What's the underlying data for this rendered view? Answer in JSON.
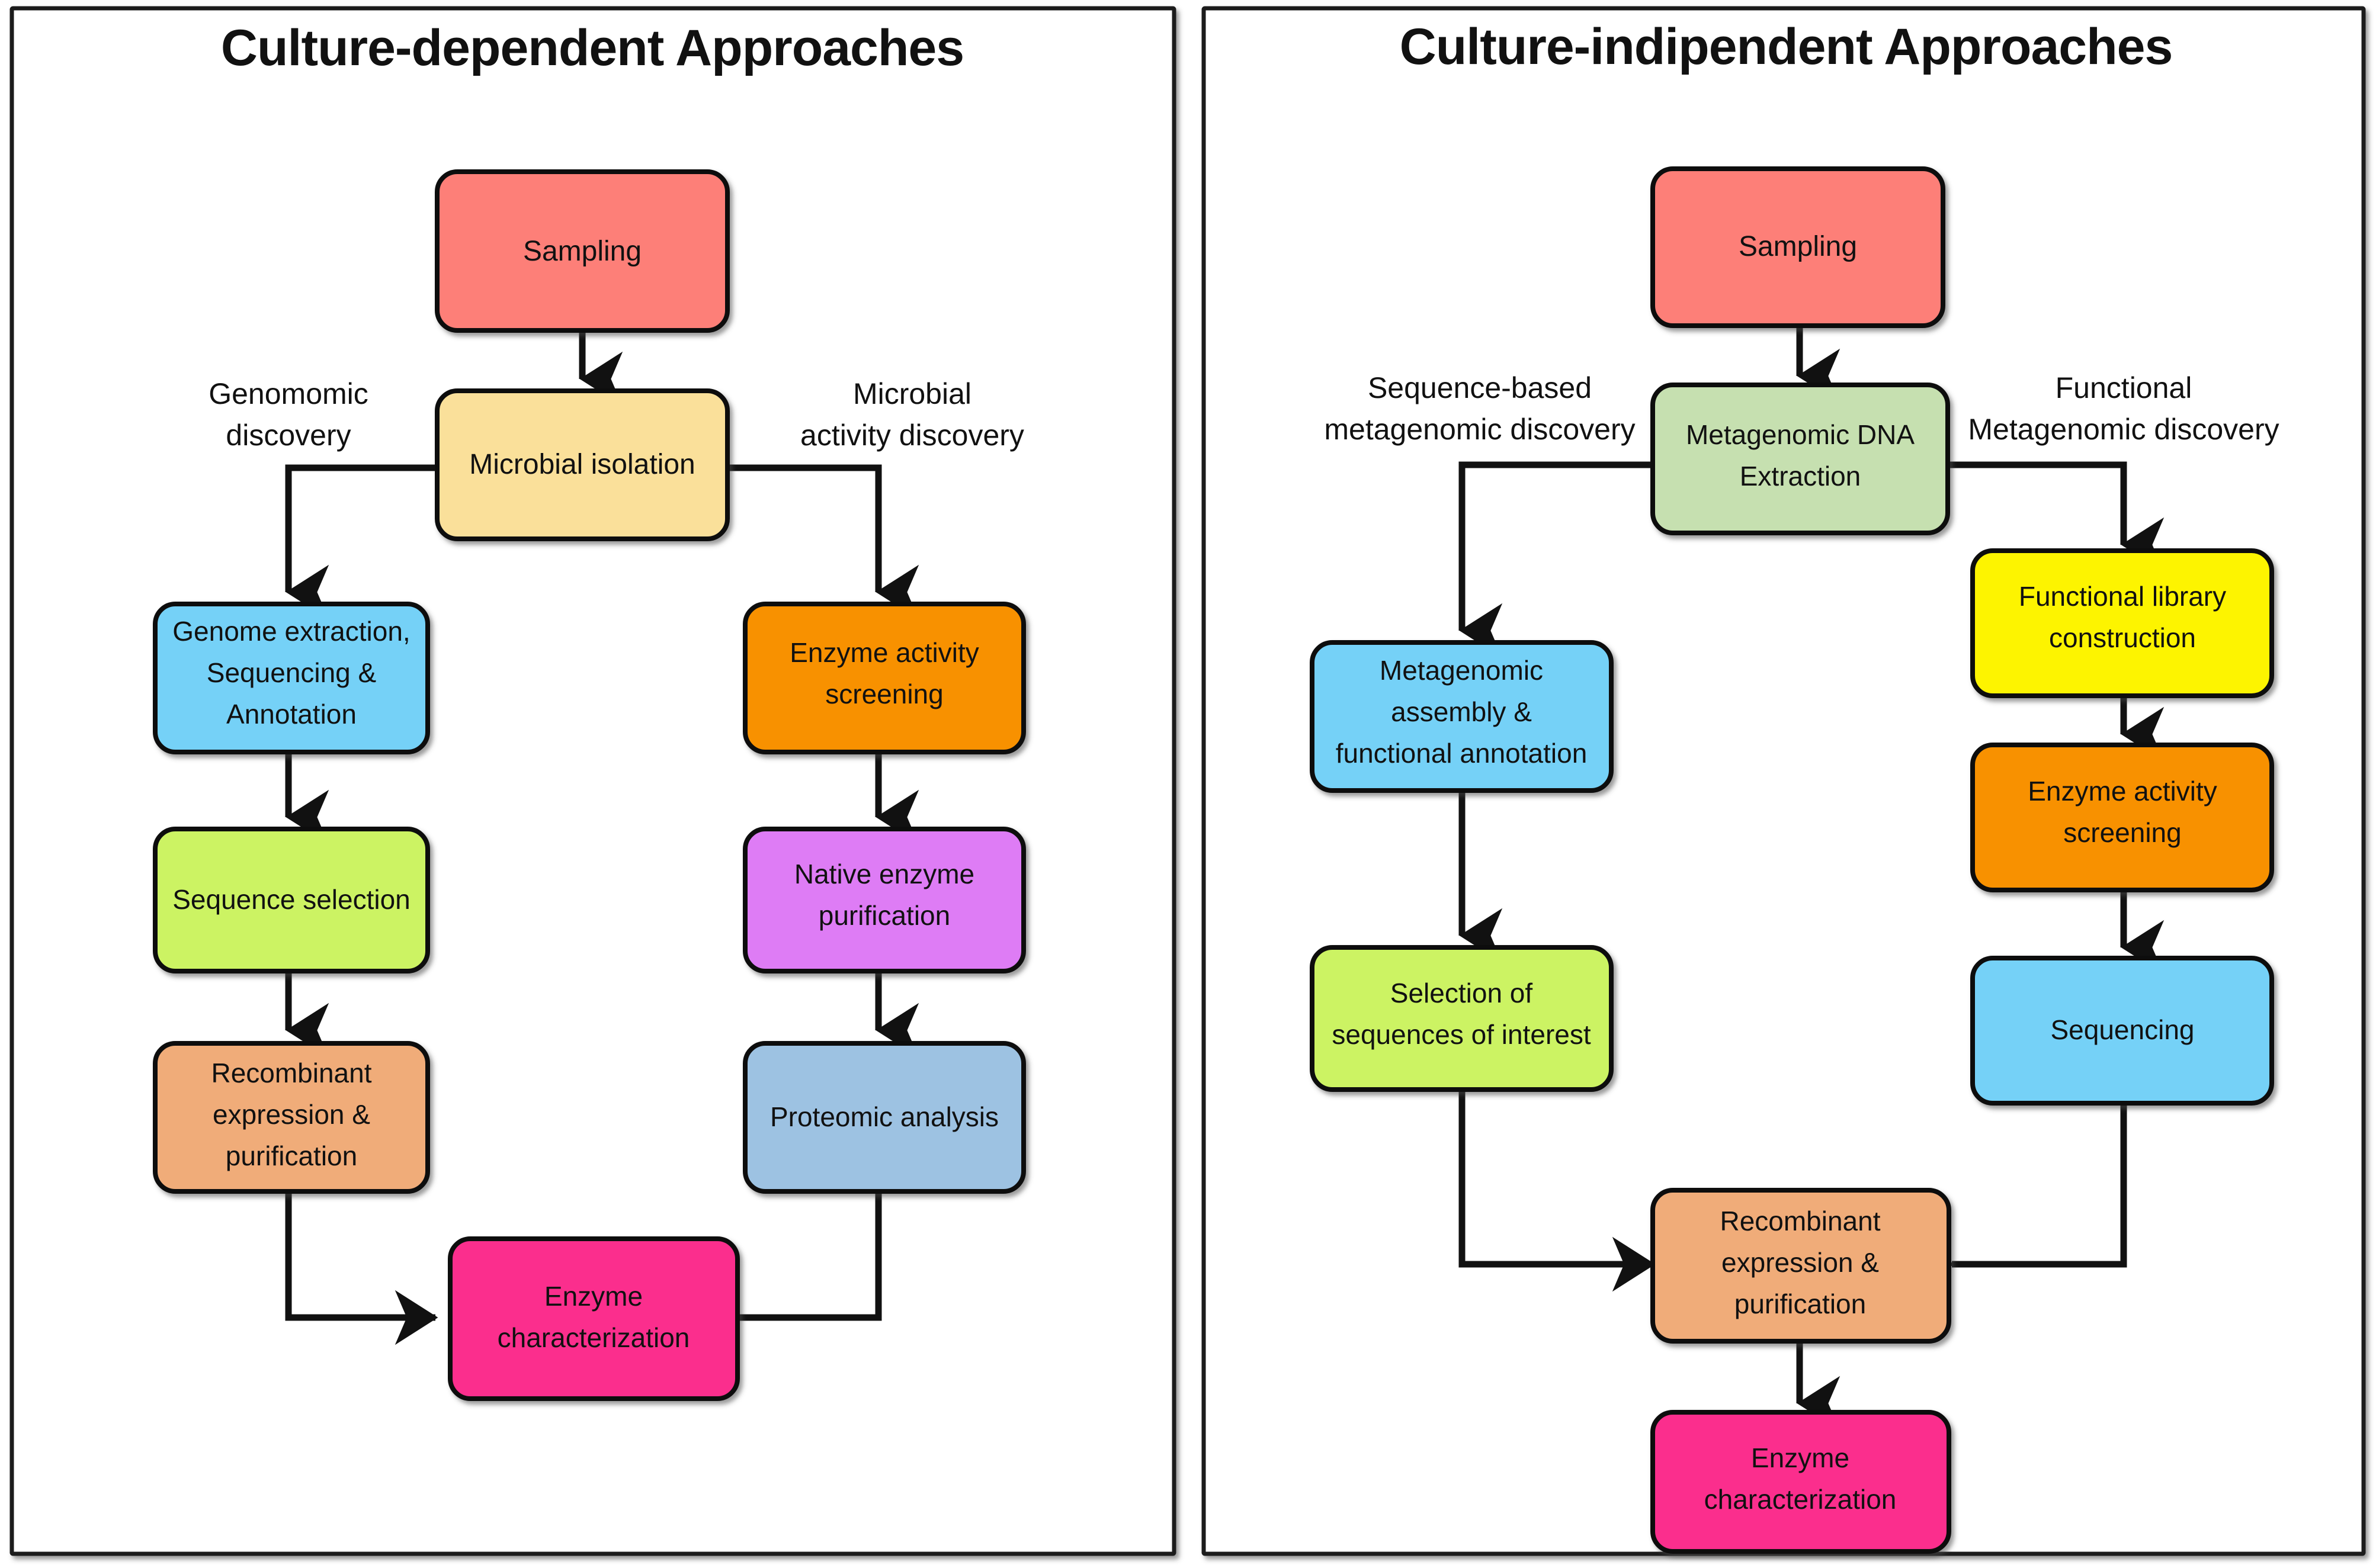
{
  "figure": {
    "kind": "two-panel flowchart",
    "panels": [
      {
        "id": "culture-dependent",
        "title": "Culture-dependent Approaches",
        "branch_labels": [
          {
            "id": "genomic-discovery",
            "line1": "Genomomic",
            "line2": "discovery"
          },
          {
            "id": "microbial-activity-discovery",
            "line1": "Microbial",
            "line2": "activity discovery"
          }
        ],
        "nodes": [
          {
            "id": "sampling",
            "lines": [
              "Sampling"
            ],
            "color": "#FD7F78"
          },
          {
            "id": "microbial-isolation",
            "lines": [
              "Microbial isolation"
            ],
            "color": "#FAE09A"
          },
          {
            "id": "genome-extraction",
            "lines": [
              "Genome extraction,",
              "Sequencing &",
              "Annotation"
            ],
            "color": "#74D1F7"
          },
          {
            "id": "sequence-selection",
            "lines": [
              "Sequence selection"
            ],
            "color": "#CCF363"
          },
          {
            "id": "recombinant-expression",
            "lines": [
              "Recombinant",
              "expression &",
              "purification"
            ],
            "color": "#F0AC79"
          },
          {
            "id": "enzyme-activity-screening",
            "lines": [
              "Enzyme activity",
              "screening"
            ],
            "color": "#F89100"
          },
          {
            "id": "native-enzyme-purification",
            "lines": [
              "Native enzyme",
              "purification"
            ],
            "color": "#DE7BF5"
          },
          {
            "id": "proteomic-analysis",
            "lines": [
              "Proteomic analysis"
            ],
            "color": "#9DC2E2"
          },
          {
            "id": "enzyme-characterization",
            "lines": [
              "Enzyme",
              "characterization"
            ],
            "color": "#FB2E8D"
          }
        ],
        "edges": [
          "sampling -> microbial-isolation",
          "microbial-isolation -> genome-extraction",
          "microbial-isolation -> enzyme-activity-screening",
          "genome-extraction -> sequence-selection",
          "sequence-selection -> recombinant-expression",
          "recombinant-expression -> enzyme-characterization",
          "enzyme-activity-screening -> native-enzyme-purification",
          "native-enzyme-purification -> proteomic-analysis",
          "proteomic-analysis -> enzyme-characterization"
        ]
      },
      {
        "id": "culture-independent",
        "title": "Culture-indipendent Approaches",
        "branch_labels": [
          {
            "id": "sequence-based-metagenomic-discovery",
            "line1": "Sequence-based",
            "line2": "metagenomic discovery"
          },
          {
            "id": "functional-metagenomic-discovery",
            "line1": "Functional",
            "line2": "Metagenomic discovery"
          }
        ],
        "nodes": [
          {
            "id": "sampling",
            "lines": [
              "Sampling"
            ],
            "color": "#FD7F78"
          },
          {
            "id": "metagenomic-dna-extraction",
            "lines": [
              "Metagenomic DNA",
              "Extraction"
            ],
            "color": "#C6E0B0"
          },
          {
            "id": "metagenomic-assembly",
            "lines": [
              "Metagenomic",
              "assembly &",
              "functional annotation"
            ],
            "color": "#74D1F7"
          },
          {
            "id": "selection-of-sequences",
            "lines": [
              "Selection of",
              "sequences of interest"
            ],
            "color": "#CCF363"
          },
          {
            "id": "functional-library",
            "lines": [
              "Functional library",
              "construction"
            ],
            "color": "#FDF400"
          },
          {
            "id": "enzyme-activity-screening",
            "lines": [
              "Enzyme activity",
              "screening"
            ],
            "color": "#F89100"
          },
          {
            "id": "sequencing",
            "lines": [
              "Sequencing"
            ],
            "color": "#74D1F7"
          },
          {
            "id": "recombinant-expression",
            "lines": [
              "Recombinant",
              "expression &",
              "purification"
            ],
            "color": "#F0AC79"
          },
          {
            "id": "enzyme-characterization",
            "lines": [
              "Enzyme",
              "characterization"
            ],
            "color": "#FB2E8D"
          }
        ],
        "edges": [
          "sampling -> metagenomic-dna-extraction",
          "metagenomic-dna-extraction -> metagenomic-assembly",
          "metagenomic-dna-extraction -> functional-library",
          "metagenomic-assembly -> selection-of-sequences",
          "selection-of-sequences -> recombinant-expression",
          "functional-library -> enzyme-activity-screening",
          "enzyme-activity-screening -> sequencing",
          "sequencing -> recombinant-expression",
          "recombinant-expression -> enzyme-characterization"
        ]
      }
    ]
  }
}
